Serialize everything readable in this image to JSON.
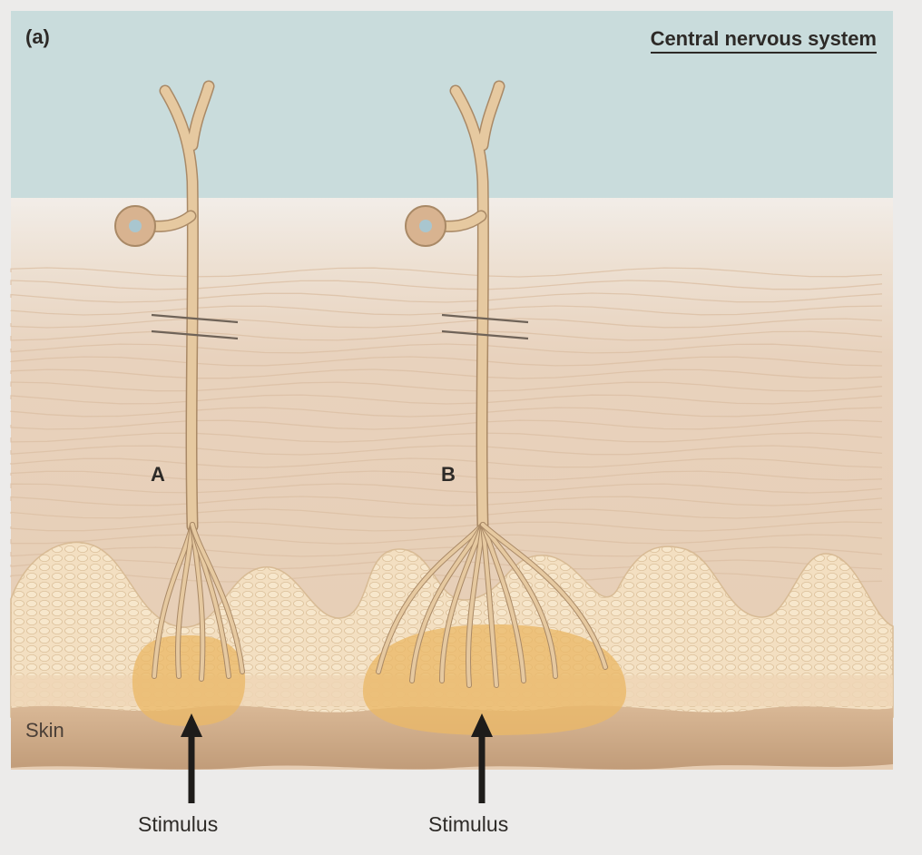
{
  "figure": {
    "panel_label": "(a)",
    "cns_label": "Central nervous system",
    "skin_label": "Skin",
    "neuron_a_label": "A",
    "neuron_b_label": "B",
    "stimulus_a_label": "Stimulus",
    "stimulus_b_label": "Stimulus"
  },
  "colors": {
    "background": "#ecebea",
    "cns_region": "#c9dcdc",
    "dermis": "#e9d3bd",
    "epidermis": "#f1dcbc",
    "skin_surface": "#cfae8c",
    "neuron": "#e6c9a0",
    "neuron_outline": "#a98966",
    "cell_body": "#d8b390",
    "nucleus": "#a9c6cf",
    "receptive_field": "#eab968",
    "arrow": "#1e1c1a"
  }
}
